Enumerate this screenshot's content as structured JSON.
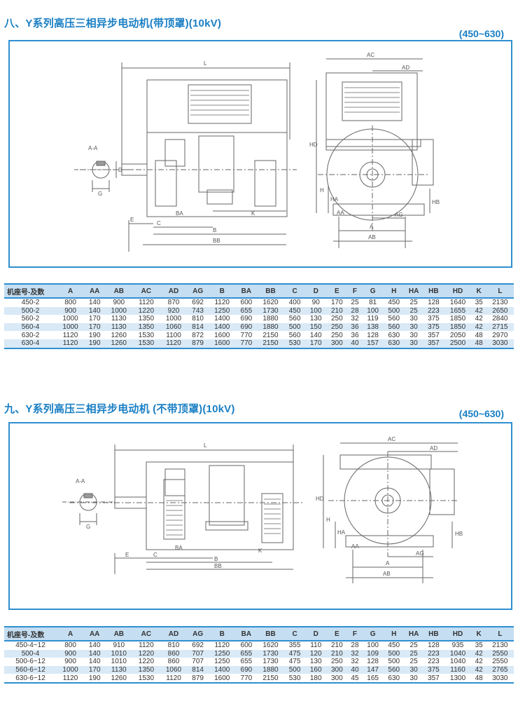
{
  "section1": {
    "title": "八、Y系列高压三相异步电动机(带顶罩)(10kV)",
    "range": "(450~630)",
    "headers": [
      "机座号-及数",
      "A",
      "AA",
      "AB",
      "AC",
      "AD",
      "AG",
      "B",
      "BA",
      "BB",
      "C",
      "D",
      "E",
      "F",
      "G",
      "H",
      "HA",
      "HB",
      "HD",
      "K",
      "L"
    ],
    "rows": [
      [
        "450-2",
        "800",
        "140",
        "900",
        "1120",
        "870",
        "692",
        "1120",
        "600",
        "1620",
        "400",
        "90",
        "170",
        "25",
        "81",
        "450",
        "25",
        "128",
        "1640",
        "35",
        "2130"
      ],
      [
        "500-2",
        "900",
        "140",
        "1000",
        "1220",
        "920",
        "743",
        "1250",
        "655",
        "1730",
        "450",
        "100",
        "210",
        "28",
        "100",
        "500",
        "25",
        "223",
        "1655",
        "42",
        "2650"
      ],
      [
        "560-2",
        "1000",
        "170",
        "1130",
        "1350",
        "1000",
        "810",
        "1400",
        "690",
        "1880",
        "560",
        "130",
        "250",
        "32",
        "119",
        "560",
        "30",
        "375",
        "1850",
        "42",
        "2840"
      ],
      [
        "560-4",
        "1000",
        "170",
        "1130",
        "1350",
        "1060",
        "814",
        "1400",
        "690",
        "1880",
        "500",
        "150",
        "250",
        "36",
        "138",
        "560",
        "30",
        "375",
        "1850",
        "42",
        "2715"
      ],
      [
        "630-2",
        "1120",
        "190",
        "1260",
        "1530",
        "1100",
        "872",
        "1600",
        "770",
        "2150",
        "560",
        "140",
        "250",
        "36",
        "128",
        "630",
        "30",
        "357",
        "2050",
        "48",
        "2970"
      ],
      [
        "630-4",
        "1120",
        "190",
        "1260",
        "1530",
        "1120",
        "879",
        "1600",
        "770",
        "2150",
        "530",
        "170",
        "300",
        "40",
        "157",
        "630",
        "30",
        "357",
        "2500",
        "48",
        "3030"
      ]
    ]
  },
  "section2": {
    "title": "九、Y系列高压三相异步电动机 (不带顶罩)(10kV)",
    "range": "(450~630)",
    "headers": [
      "机座号-及数",
      "A",
      "AA",
      "AB",
      "AC",
      "AD",
      "AG",
      "B",
      "BA",
      "BB",
      "C",
      "D",
      "E",
      "F",
      "G",
      "H",
      "HA",
      "HB",
      "HD",
      "K",
      "L"
    ],
    "rows": [
      [
        "450-4~12",
        "800",
        "140",
        "910",
        "1120",
        "810",
        "692",
        "1120",
        "600",
        "1620",
        "355",
        "110",
        "210",
        "28",
        "100",
        "450",
        "25",
        "128",
        "935",
        "35",
        "2130"
      ],
      [
        "500-4",
        "900",
        "140",
        "1010",
        "1220",
        "860",
        "707",
        "1250",
        "655",
        "1730",
        "475",
        "120",
        "210",
        "32",
        "109",
        "500",
        "25",
        "223",
        "1040",
        "42",
        "2550"
      ],
      [
        "500-6~12",
        "900",
        "140",
        "1010",
        "1220",
        "860",
        "707",
        "1250",
        "655",
        "1730",
        "475",
        "130",
        "250",
        "32",
        "128",
        "500",
        "25",
        "223",
        "1040",
        "42",
        "2550"
      ],
      [
        "560-6~12",
        "1000",
        "170",
        "1130",
        "1350",
        "1060",
        "814",
        "1400",
        "690",
        "1880",
        "500",
        "160",
        "300",
        "40",
        "147",
        "560",
        "30",
        "375",
        "1160",
        "42",
        "2765"
      ],
      [
        "630-6~12",
        "1120",
        "190",
        "1260",
        "1530",
        "1120",
        "879",
        "1600",
        "770",
        "2150",
        "530",
        "180",
        "300",
        "45",
        "165",
        "630",
        "30",
        "357",
        "1300",
        "48",
        "3030"
      ]
    ]
  },
  "drawing_labels": {
    "section_aa": "A-A",
    "L": "L",
    "AC": "AC",
    "AD": "AD",
    "HD": "HD",
    "H": "H",
    "HA": "HA",
    "HB": "HB",
    "AA": "AA",
    "AG": "AG",
    "A": "A",
    "AB": "AB",
    "B": "B",
    "BA": "BA",
    "BB": "BB",
    "C": "C",
    "E": "E",
    "K": "K",
    "G": "G",
    "D": "D"
  }
}
